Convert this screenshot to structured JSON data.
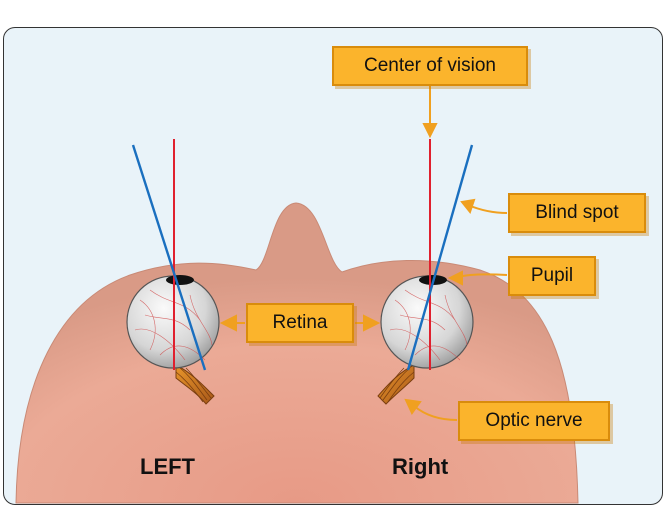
{
  "labels": {
    "center_of_vision": "Center of vision",
    "blind_spot": "Blind spot",
    "pupil": "Pupil",
    "retina": "Retina",
    "optic_nerve": "Optic nerve",
    "left": "LEFT",
    "right": "Right"
  },
  "colors": {
    "background": "#e9f3f9",
    "head": "#e8a08c",
    "callout_fill": "#fbb42c",
    "callout_border": "#d98c0c",
    "arrow": "#f0a020",
    "center_line": "#e0202e",
    "blind_line": "#1a6fbf",
    "nerve": "#c8741c"
  }
}
